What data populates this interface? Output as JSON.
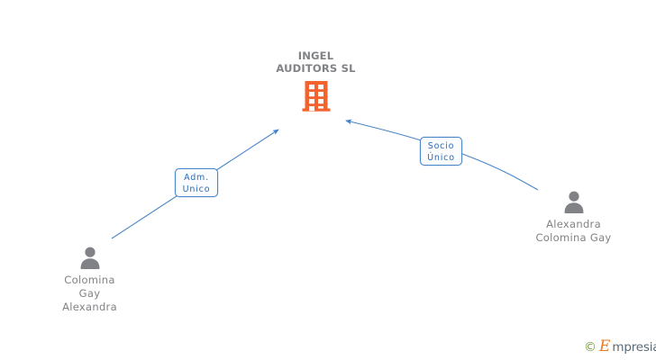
{
  "diagram": {
    "type": "corporate-relationship-graph",
    "background_color": "#ffffff",
    "edge_color": "#4a86c8",
    "company_color": "#f4622d",
    "person_color": "#808285",
    "label_text_color": "#2b6cb8"
  },
  "company": {
    "name": "INGEL\nAUDITORS SL",
    "name_line1": "INGEL",
    "name_line2": "AUDITORS SL",
    "icon": "building-icon"
  },
  "people": [
    {
      "id": "left",
      "name": "Colomina\nGay\nAlexandra",
      "icon": "person-icon"
    },
    {
      "id": "right",
      "name": "Alexandra\nColomina Gay",
      "icon": "person-icon"
    }
  ],
  "relations": [
    {
      "id": "adm",
      "label": "Adm.\nUnico",
      "from": "Colomina Gay Alexandra",
      "to": "INGEL AUDITORS SL"
    },
    {
      "id": "socio",
      "label": "Socio\nÚnico",
      "from": "Alexandra Colomina Gay",
      "to": "INGEL AUDITORS SL"
    }
  ],
  "watermark": {
    "copyright": "©",
    "brand_initial": "E",
    "brand_rest": "mpresia"
  }
}
